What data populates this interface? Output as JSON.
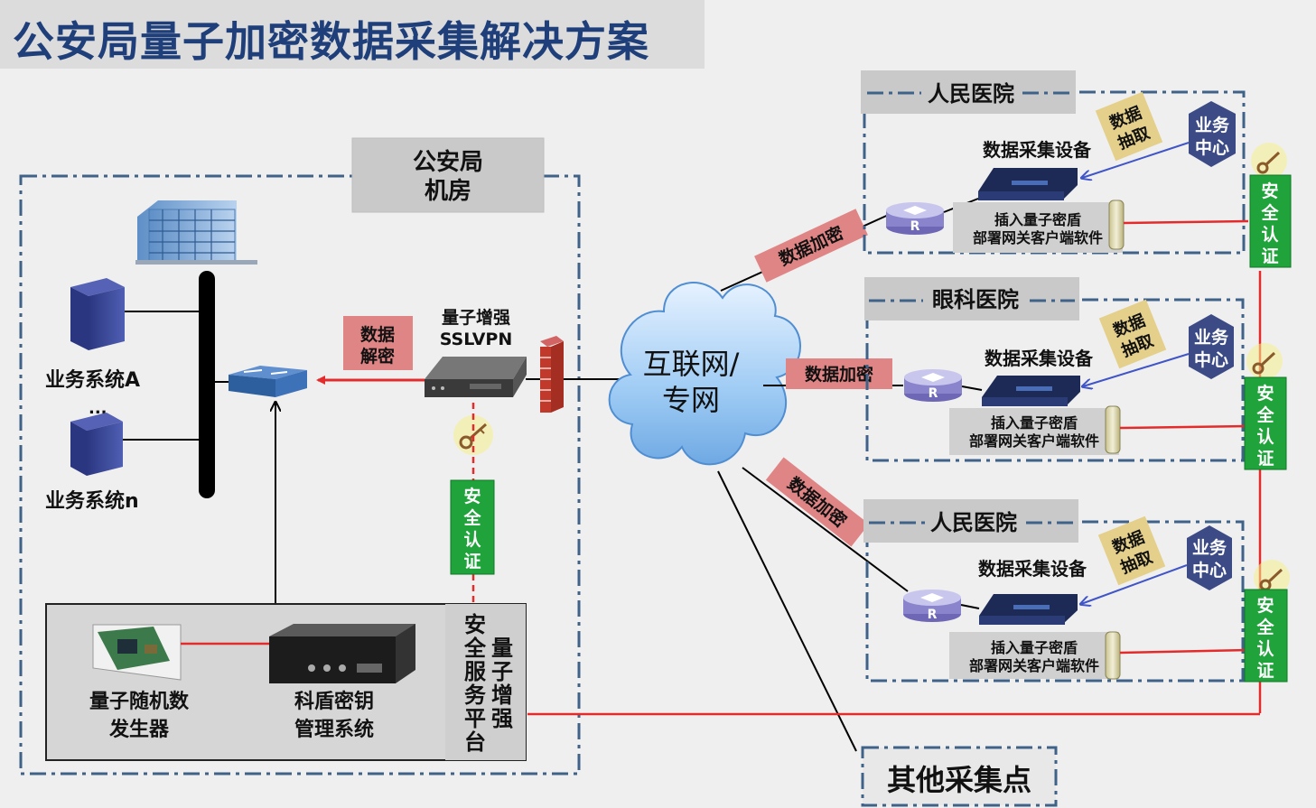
{
  "title": "公安局量子加密数据采集解决方案",
  "psb": {
    "room_label": [
      "公安局",
      "机房"
    ],
    "system_a": "业务系统A",
    "ellipsis": "...",
    "system_n": "业务系统n",
    "vpn_label": [
      "量子增强",
      "SSLVPN"
    ],
    "decrypt": [
      "数据",
      "解密"
    ],
    "auth": [
      "安",
      "全",
      "认",
      "证"
    ],
    "qrng": [
      "量子随机数",
      "发生器"
    ],
    "kms": [
      "科盾密钥",
      "管理系统"
    ],
    "platform_col1": [
      "安",
      "全",
      "服",
      "务",
      "平",
      "台"
    ],
    "platform_col2": [
      "量",
      "子",
      "增",
      "强"
    ]
  },
  "cloud": [
    "互联网/",
    "专网"
  ],
  "encrypt": "数据加密",
  "hospitals": [
    {
      "name": "人民医院",
      "device": "数据采集设备",
      "note": [
        "插入量子密盾",
        "部署网关客户端软件"
      ],
      "extract": [
        "数据",
        "抽取"
      ],
      "center": [
        "业务",
        "中心"
      ],
      "auth": [
        "安",
        "全",
        "认",
        "证"
      ]
    },
    {
      "name": "眼科医院",
      "device": "数据采集设备",
      "note": [
        "插入量子密盾",
        "部署网关客户端软件"
      ],
      "extract": [
        "数据",
        "抽取"
      ],
      "center": [
        "业务",
        "中心"
      ],
      "auth": [
        "安",
        "全",
        "认",
        "证"
      ]
    },
    {
      "name": "人民医院",
      "device": "数据采集设备",
      "note": [
        "插入量子密盾",
        "部署网关客户端软件"
      ],
      "extract": [
        "数据",
        "抽取"
      ],
      "center": [
        "业务",
        "中心"
      ],
      "auth": [
        "安",
        "全",
        "认",
        "证"
      ]
    }
  ],
  "router_letter": "R",
  "other_points": "其他采集点",
  "colors": {
    "title": "#1f3f7a",
    "dash": "#3f6289",
    "red": "#e32b2b",
    "green": "#1fa33a",
    "tag": "#e08585",
    "tan": "#e4cf8b",
    "navy": "#3c4b86"
  }
}
